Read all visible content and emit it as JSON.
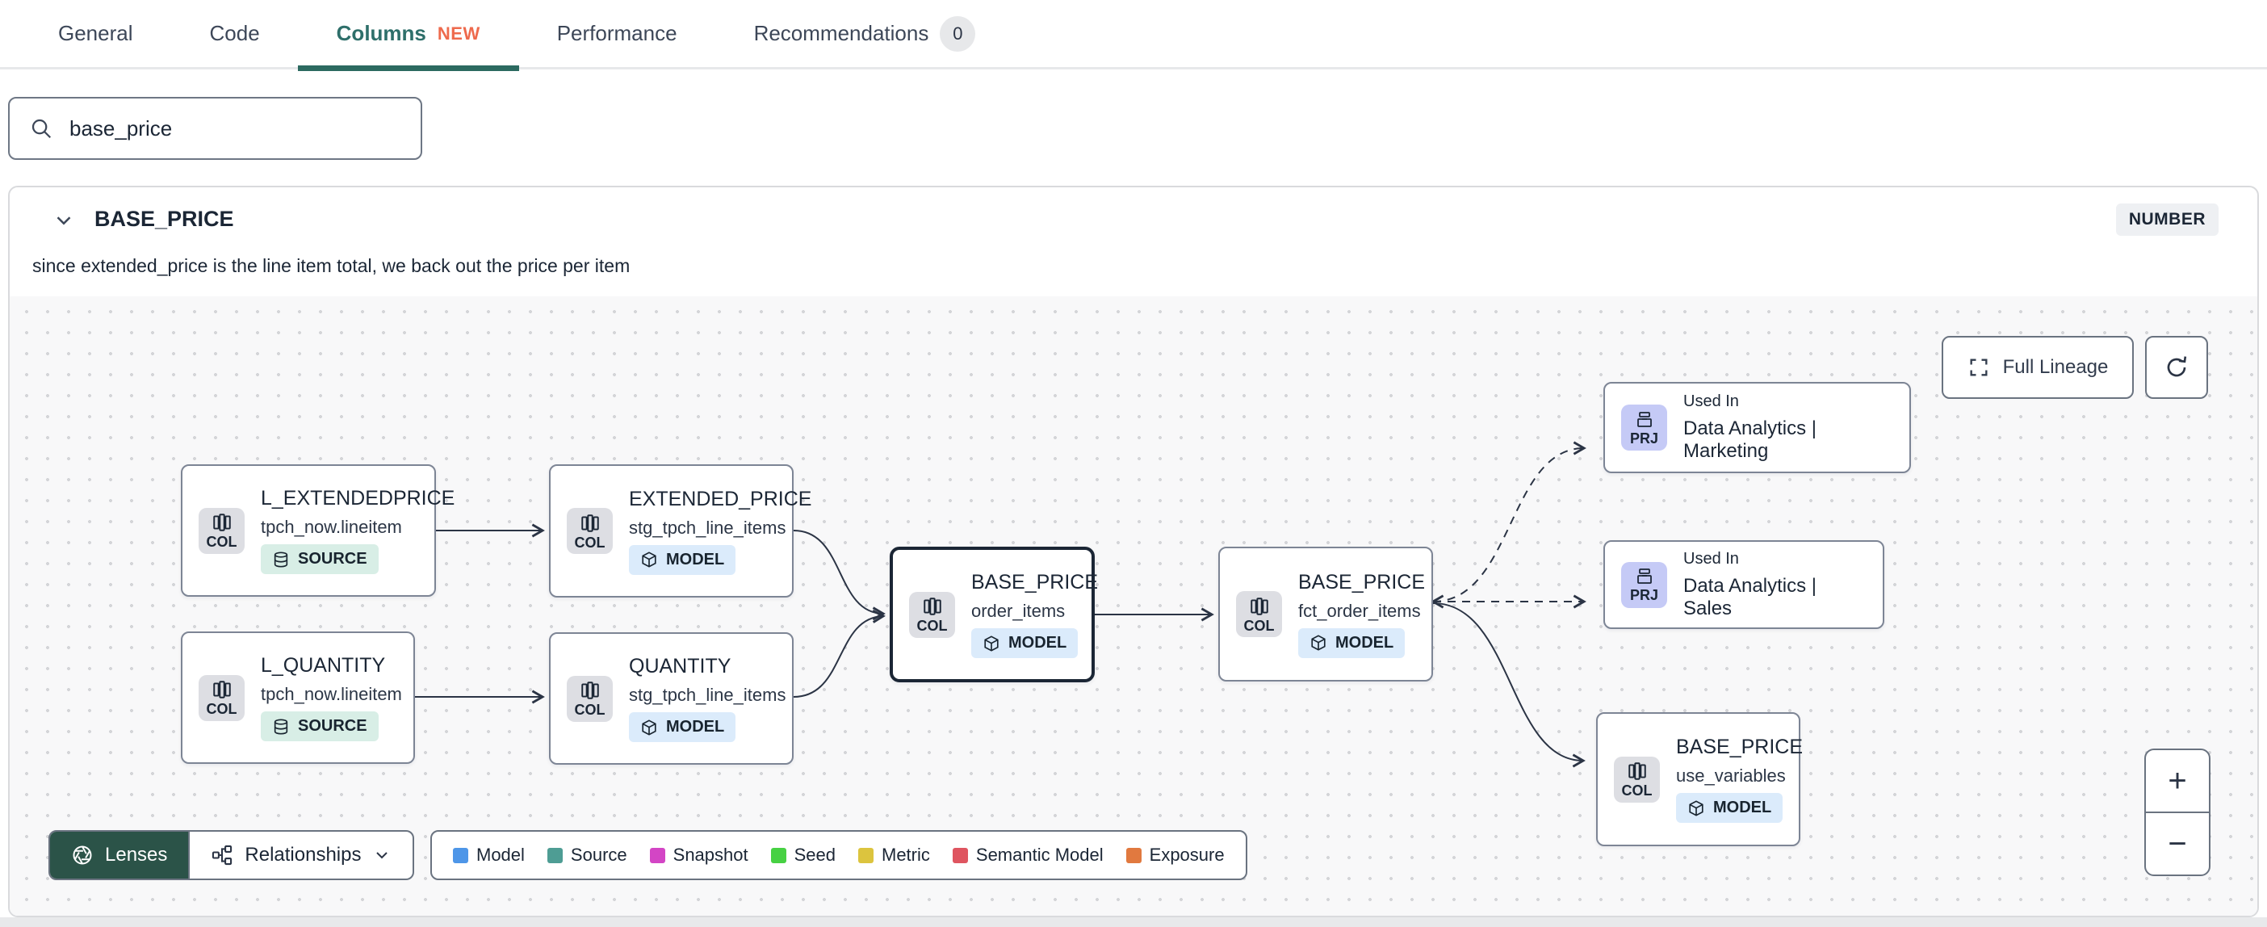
{
  "tabs": {
    "items": [
      {
        "label": "General"
      },
      {
        "label": "Code"
      },
      {
        "label": "Columns",
        "badge": "NEW"
      },
      {
        "label": "Performance"
      },
      {
        "label": "Recommendations",
        "count": "0"
      }
    ],
    "active_color": "#2e6f6a",
    "new_badge_color": "#ee6a4d"
  },
  "search": {
    "value": "base_price"
  },
  "column": {
    "name": "BASE_PRICE",
    "type_badge": "NUMBER",
    "description": "since extended_price is the line item total, we back out the price per item"
  },
  "lineage": {
    "controls": {
      "full_lineage_label": "Full Lineage",
      "zoom_in": "+",
      "zoom_out": "−"
    },
    "toolbar": {
      "lenses_label": "Lenses",
      "relationships_label": "Relationships"
    },
    "legend": [
      {
        "label": "Model",
        "color": "#4e96e8"
      },
      {
        "label": "Source",
        "color": "#4e9d94"
      },
      {
        "label": "Snapshot",
        "color": "#d345c5"
      },
      {
        "label": "Seed",
        "color": "#47d143"
      },
      {
        "label": "Metric",
        "color": "#dcc43e"
      },
      {
        "label": "Semantic Model",
        "color": "#df5560"
      },
      {
        "label": "Exposure",
        "color": "#e1793f"
      }
    ],
    "nodes": [
      {
        "icon_label": "COL",
        "title": "L_EXTENDEDPRICE",
        "subtitle": "tpch_now.lineitem",
        "badge": "SOURCE"
      },
      {
        "icon_label": "COL",
        "title": "L_QUANTITY",
        "subtitle": "tpch_now.lineitem",
        "badge": "SOURCE"
      },
      {
        "icon_label": "COL",
        "title": "EXTENDED_PRICE",
        "subtitle": "stg_tpch_line_items",
        "badge": "MODEL"
      },
      {
        "icon_label": "COL",
        "title": "QUANTITY",
        "subtitle": "stg_tpch_line_items",
        "badge": "MODEL"
      },
      {
        "icon_label": "COL",
        "title": "BASE_PRICE",
        "subtitle": "order_items",
        "badge": "MODEL",
        "selected": "true"
      },
      {
        "icon_label": "COL",
        "title": "BASE_PRICE",
        "subtitle": "fct_order_items",
        "badge": "MODEL"
      },
      {
        "icon_label": "PRJ",
        "title": "Used In",
        "subtitle": "Data Analytics | Marketing"
      },
      {
        "icon_label": "PRJ",
        "title": "Used In",
        "subtitle": "Data Analytics | Sales"
      },
      {
        "icon_label": "COL",
        "title": "BASE_PRICE",
        "subtitle": "use_variables",
        "badge": "MODEL"
      }
    ]
  }
}
